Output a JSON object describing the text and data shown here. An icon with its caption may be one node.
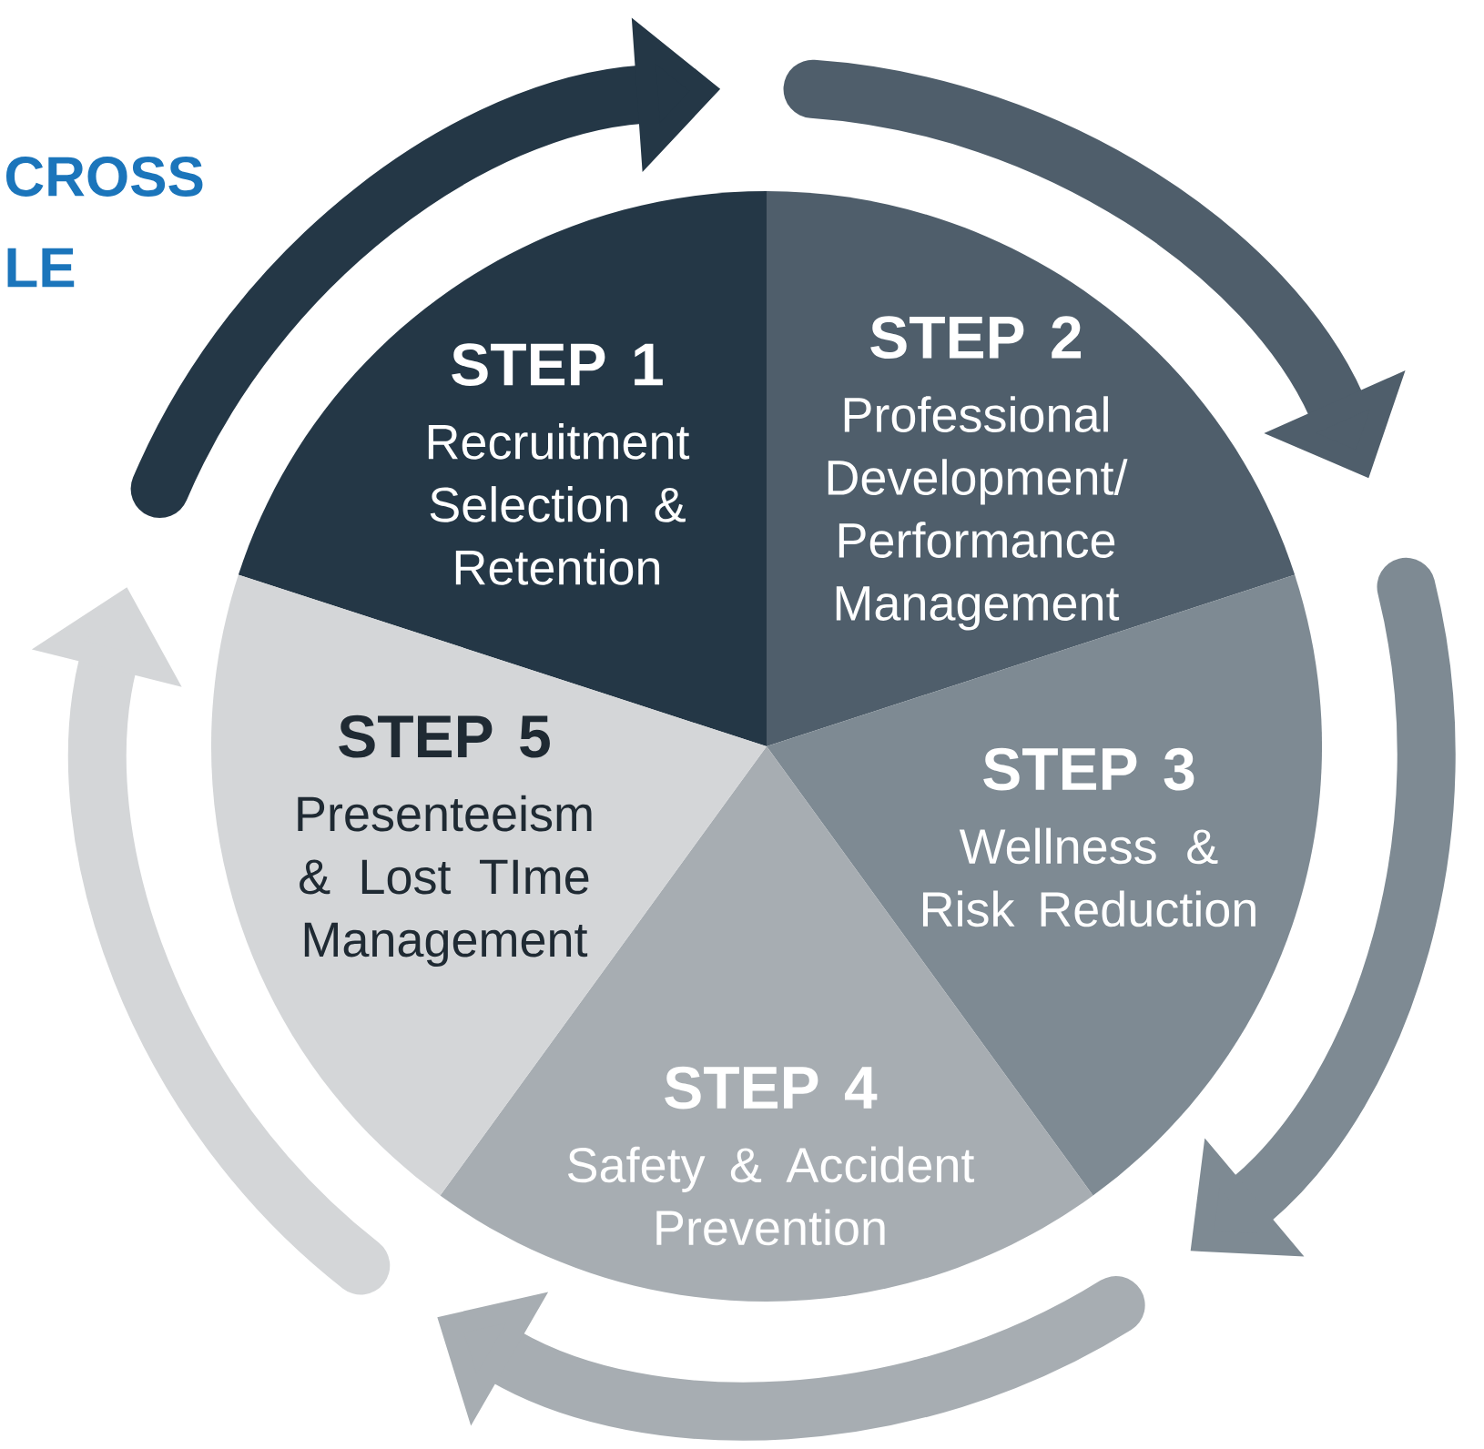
{
  "diagram": {
    "nodes": [
      {
        "text": [
          "STEP 1",
          "Recruitment Selection & Retention"
        ]
      },
      {
        "text": [
          "STEP 2",
          "Professional Development/ Performance Management"
        ]
      },
      {
        "text": [
          "STEP 3",
          "Wellness & Risk Reduction"
        ]
      },
      {
        "text": [
          "STEP 4",
          "Safety & Accident Prevention"
        ]
      },
      {
        "text": [
          "STEP 5",
          "Presenteeism & Lost TIme Management"
        ]
      }
    ],
    "labels": [
      "CROSS",
      "LE"
    ]
  }
}
